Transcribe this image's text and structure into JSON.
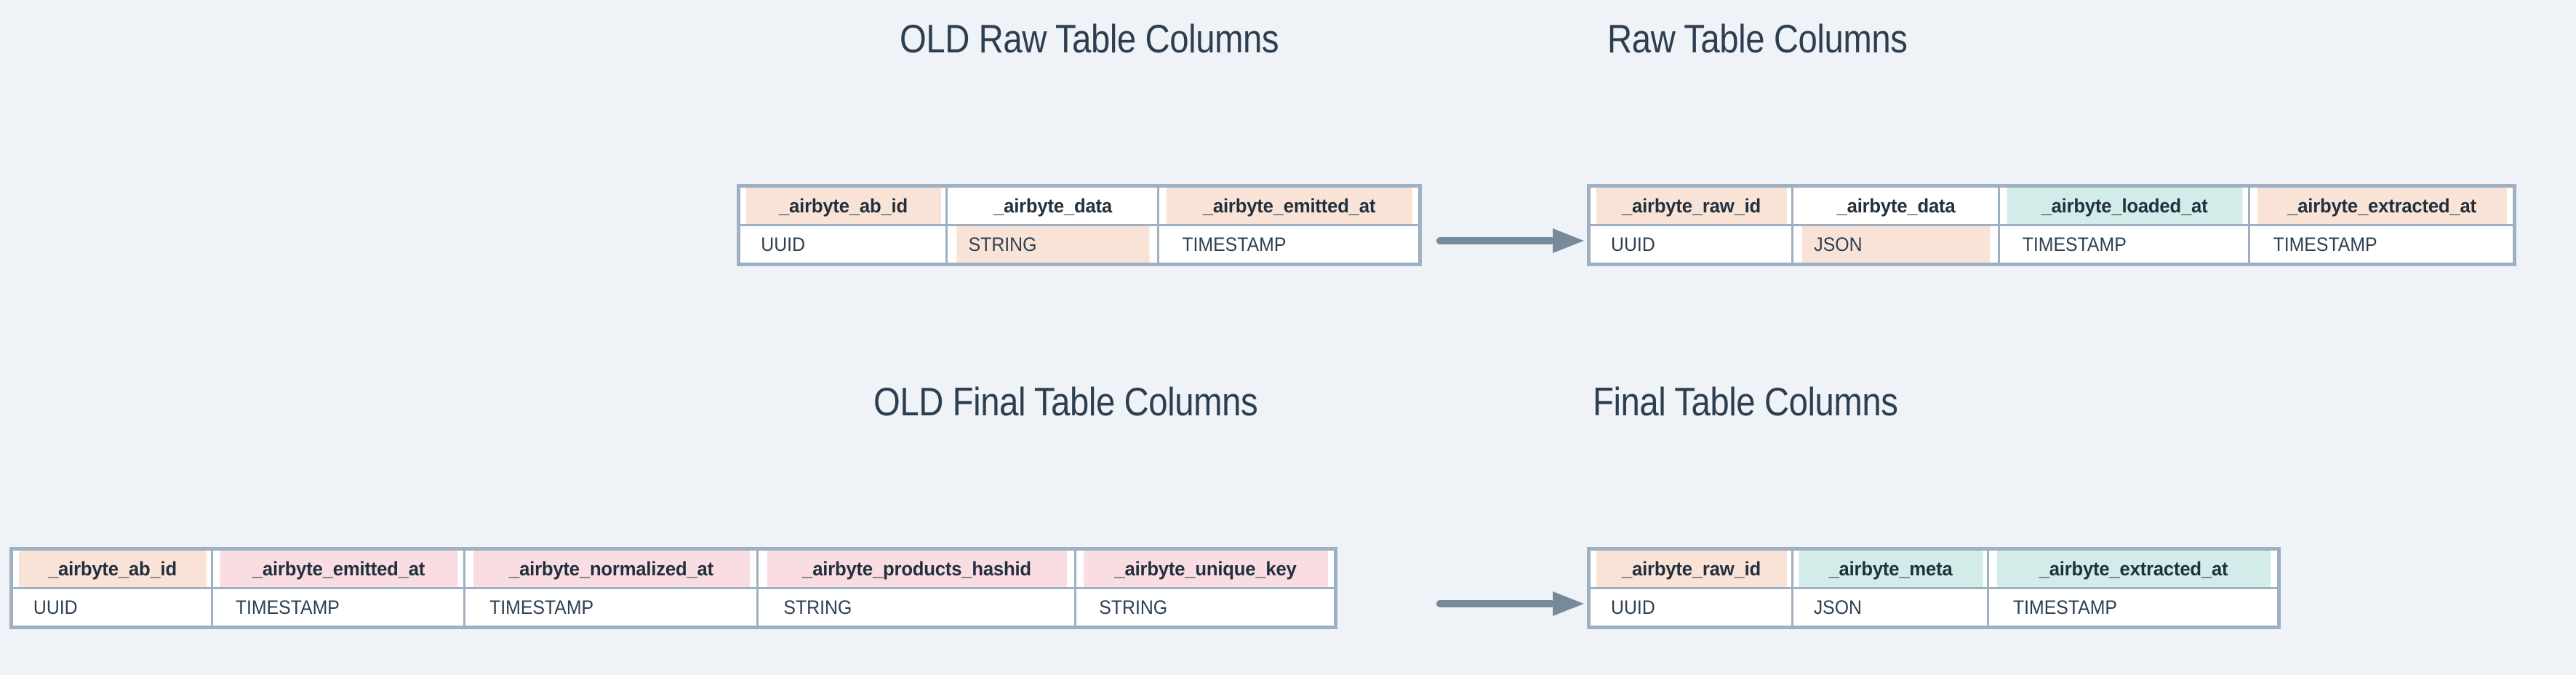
{
  "page": {
    "background_color": "#eff2f6",
    "text_color": "#2c3e50",
    "border_color": "#9eb0c1",
    "arrow_color": "#778a9c",
    "legend_colors": {
      "peach": "#f9e3d6",
      "mint": "#d2ecea",
      "pink": "#f9dde3",
      "white": "#ffffff"
    }
  },
  "titles": {
    "old_raw": "OLD Raw Table Columns",
    "new_raw": "Raw Table Columns",
    "old_final": "OLD Final Table Columns",
    "new_final": "Final Table Columns"
  },
  "tables": {
    "old_raw": {
      "title": "OLD Raw Table Columns",
      "columns": [
        {
          "name": "_airbyte_ab_id",
          "type": "UUID",
          "header_fill": "peach",
          "type_fill": "white"
        },
        {
          "name": "_airbyte_data",
          "type": "STRING",
          "header_fill": "white",
          "type_fill": "peach"
        },
        {
          "name": "_airbyte_emitted_at",
          "type": "TIMESTAMP",
          "header_fill": "peach",
          "type_fill": "white"
        }
      ]
    },
    "new_raw": {
      "title": "Raw Table Columns",
      "columns": [
        {
          "name": "_airbyte_raw_id",
          "type": "UUID",
          "header_fill": "peach",
          "type_fill": "white"
        },
        {
          "name": "_airbyte_data",
          "type": "JSON",
          "header_fill": "white",
          "type_fill": "peach"
        },
        {
          "name": "_airbyte_loaded_at",
          "type": "TIMESTAMP",
          "header_fill": "mint",
          "type_fill": "white"
        },
        {
          "name": "_airbyte_extracted_at",
          "type": "TIMESTAMP",
          "header_fill": "peach",
          "type_fill": "white"
        }
      ]
    },
    "old_final": {
      "title": "OLD Final Table Columns",
      "columns": [
        {
          "name": "_airbyte_ab_id",
          "type": "UUID",
          "header_fill": "peach",
          "type_fill": "white"
        },
        {
          "name": "_airbyte_emitted_at",
          "type": "TIMESTAMP",
          "header_fill": "pink",
          "type_fill": "white"
        },
        {
          "name": "_airbyte_normalized_at",
          "type": "TIMESTAMP",
          "header_fill": "pink",
          "type_fill": "white"
        },
        {
          "name": "_airbyte_products_hashid",
          "type": "STRING",
          "header_fill": "pink",
          "type_fill": "white"
        },
        {
          "name": "_airbyte_unique_key",
          "type": "STRING",
          "header_fill": "pink",
          "type_fill": "white"
        }
      ]
    },
    "new_final": {
      "title": "Final Table Columns",
      "columns": [
        {
          "name": "_airbyte_raw_id",
          "type": "UUID",
          "header_fill": "peach",
          "type_fill": "white"
        },
        {
          "name": "_airbyte_meta",
          "type": "JSON",
          "header_fill": "mint",
          "type_fill": "white"
        },
        {
          "name": "_airbyte_extracted_at",
          "type": "TIMESTAMP",
          "header_fill": "mint",
          "type_fill": "white"
        }
      ]
    }
  },
  "arrows": [
    {
      "name": "raw-migration-arrow",
      "from": "old_raw",
      "to": "new_raw",
      "direction": "right"
    },
    {
      "name": "final-migration-arrow",
      "from": "old_final",
      "to": "new_final",
      "direction": "right"
    }
  ]
}
